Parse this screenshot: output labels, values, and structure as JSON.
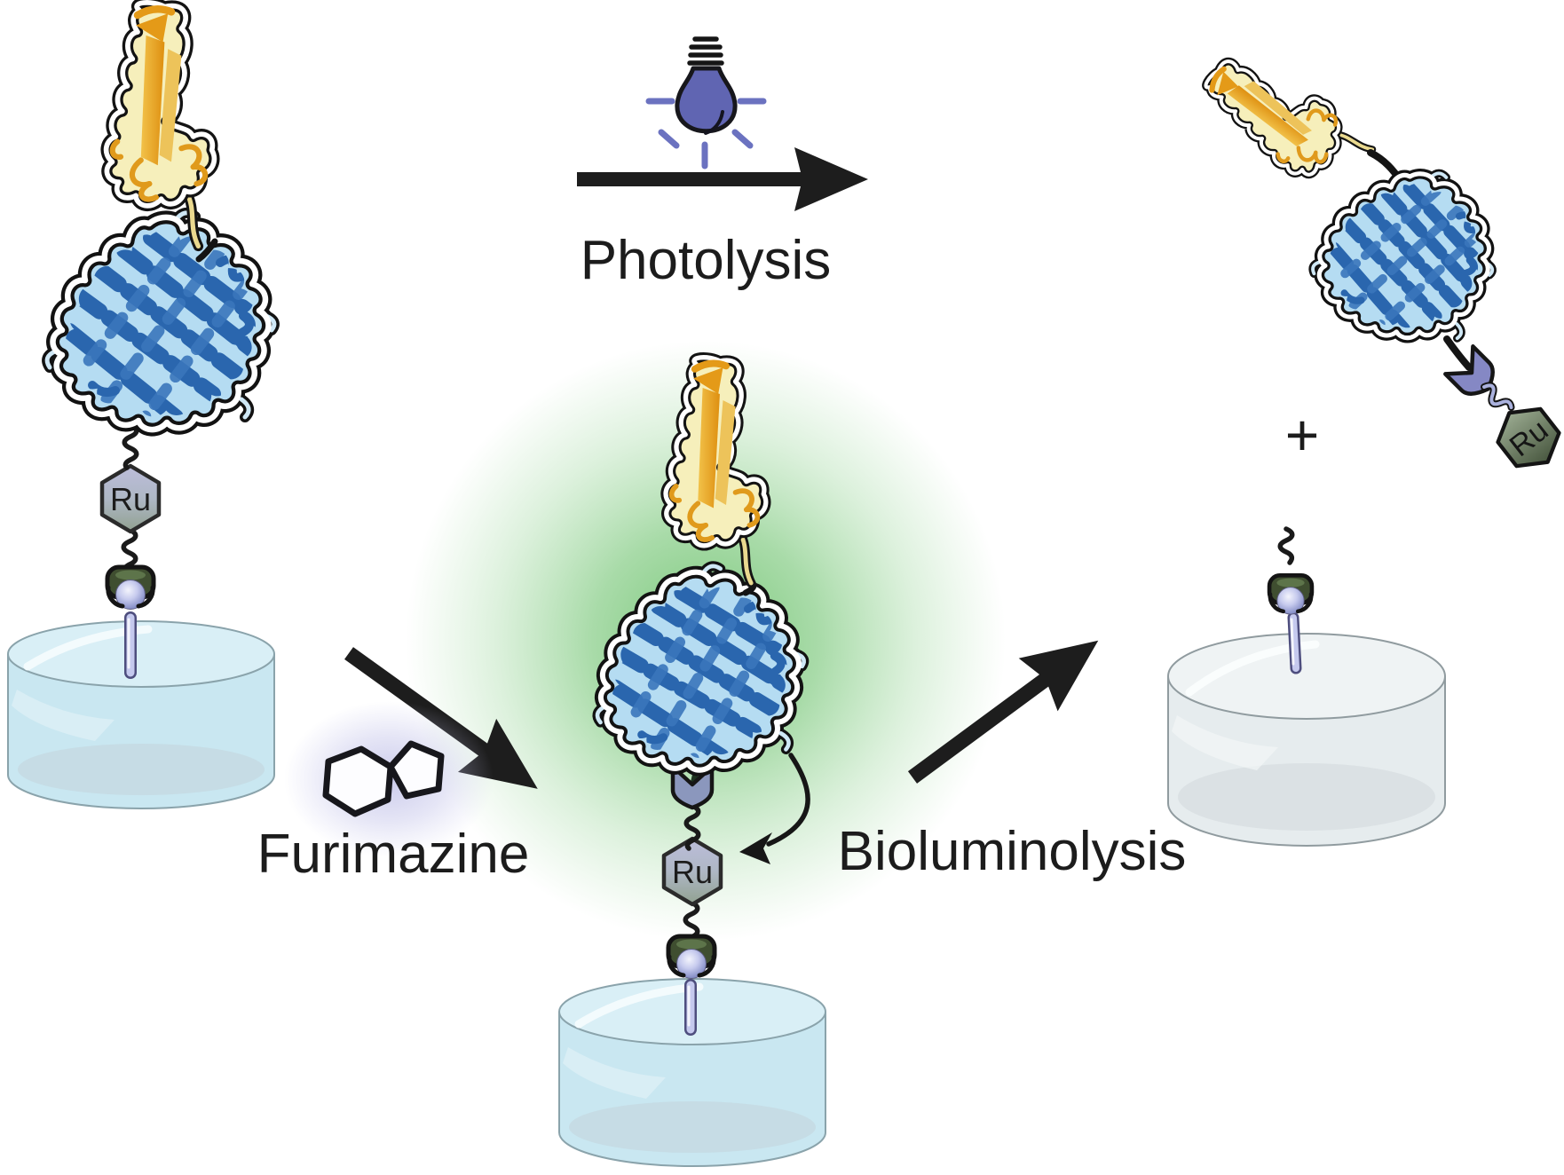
{
  "labels": {
    "photolysis": "Photolysis",
    "furimazine": "Furimazine",
    "bioluminolysis": "Bioluminolysis",
    "plus": "+",
    "ru": "Ru"
  },
  "icons": {
    "photolysis_trigger": "light-bulb-icon",
    "furimazine_substrate": "furimazine-molecule-icon"
  },
  "palette": {
    "bulb_fill": "#6065b2",
    "bulb_ray": "#6b72c0",
    "arrow_black": "#1d1d1d",
    "yellow_protein_body": "#f6efbb",
    "yellow_protein_ribbon": "#e49a18",
    "blue_protein_body": "#b5dcf2",
    "blue_protein_ribbon": "#2a66ae",
    "luminescence_glow": "#74c574",
    "chevron_purple": "#7477b8",
    "ru_hex_light_top": "#bcbdda",
    "ru_hex_light_bottom": "#93a392",
    "ru_hex_dark_top": "#96a68c",
    "ru_hex_dark_bottom": "#4e5c45",
    "clamp_green": "#3f4e30",
    "bead_lavender": "#aab1dd",
    "dish_blue": "#c9e7f1",
    "dish_gray": "#e6ecee",
    "furimazine_glow": "#b9b9e4"
  }
}
